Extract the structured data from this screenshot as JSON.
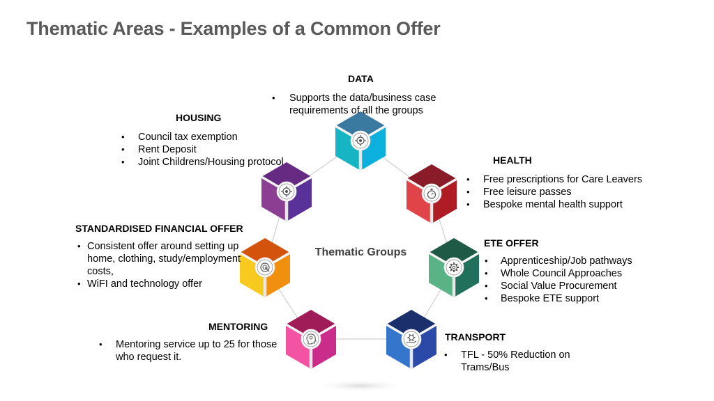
{
  "title": "Thematic Areas - Examples of a Common Offer",
  "center_label": "Thematic Groups",
  "groups": {
    "data": {
      "title": "DATA",
      "items": [
        "Supports the data/business case requirements of all the groups"
      ],
      "icon": "target-icon",
      "colors": {
        "top": "#3a7aa0",
        "left": "#17b4c4",
        "right": "#0bb0dc"
      }
    },
    "housing": {
      "title": "HOUSING",
      "items": [
        "Council tax exemption",
        "Rent Deposit",
        "Joint Childrens/Housing protocol"
      ],
      "icon": "target-icon",
      "colors": {
        "top": "#662a82",
        "left": "#8a3f92",
        "right": "#5a3099"
      }
    },
    "health": {
      "title": "HEALTH",
      "items": [
        "Free prescriptions for Care Leavers",
        "Free leisure passes",
        "Bespoke mental health support"
      ],
      "icon": "stopwatch-icon",
      "colors": {
        "top": "#8a1c2a",
        "left": "#e04448",
        "right": "#b01c24"
      }
    },
    "ete": {
      "title": "ETE OFFER",
      "items": [
        "Apprenticeship/Job pathways",
        "Whole Council Approaches",
        "Social Value Procurement",
        "Bespoke ETE support"
      ],
      "icon": "gear-icon",
      "colors": {
        "top": "#1e5a45",
        "left": "#5ab384",
        "right": "#21705c"
      }
    },
    "sfo": {
      "title": "STANDARDISED FINANCIAL OFFER",
      "items": [
        "Consistent offer around setting up home, clothing, study/employment costs,",
        "WiFI and technology offer"
      ],
      "icon": "target-arrow-icon",
      "colors": {
        "top": "#d4530c",
        "left": "#f8c91e",
        "right": "#f0900e"
      }
    },
    "mentoring": {
      "title": "MENTORING",
      "items": [
        "Mentoring service up to 25 for those who request it."
      ],
      "icon": "head-icon",
      "colors": {
        "top": "#a01c58",
        "left": "#f253a2",
        "right": "#ca2c8c"
      }
    },
    "transport": {
      "title": "TRANSPORT",
      "items": [
        "TFL - 50% Reduction on Trams/Bus"
      ],
      "icon": "cog-hand-icon",
      "colors": {
        "top": "#1b2f6c",
        "left": "#3476cc",
        "right": "#2b4aa8"
      }
    }
  }
}
